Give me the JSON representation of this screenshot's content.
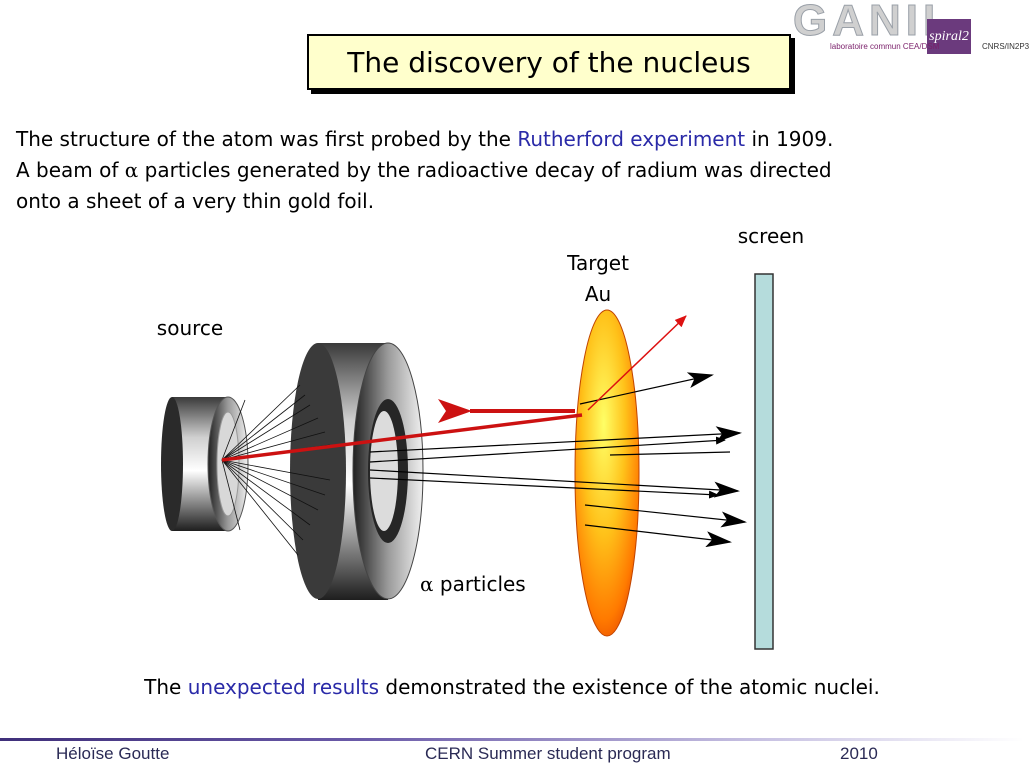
{
  "title": "The discovery of the nucleus",
  "logo": {
    "name": "GANIL",
    "badge": "spiral2",
    "subtitle_left": "laboratoire commun CEA/DSM",
    "subtitle_right": "CNRS/IN2P3"
  },
  "intro": {
    "part1": "The structure of the atom was first probed by the ",
    "highlight": "Rutherford experiment",
    "part2": " in 1909.",
    "line2_a": "A beam of ",
    "alpha": "α",
    "line2_b": " particles generated  by the radioactive decay of radium was directed",
    "line3": "onto a sheet of a very thin gold foil."
  },
  "labels": {
    "screen": "screen",
    "target_line1": "Target",
    "target_line2": "Au",
    "source": "source",
    "alpha": "α",
    "particles": " particles"
  },
  "conclusion": {
    "part1": "The ",
    "highlight": "unexpected results",
    "part2": " demonstrated the existence of the atomic nuclei."
  },
  "footer": {
    "author": "Héloïse Goutte",
    "event": "CERN Summer student program",
    "year": "2010"
  },
  "colors": {
    "highlight": "#2a2aa8",
    "screen_fill": "#b5dcdc",
    "beam_red": "#cc1111",
    "title_bg": "#ffffcc"
  }
}
